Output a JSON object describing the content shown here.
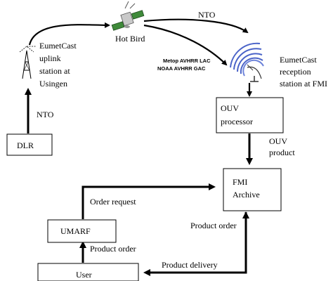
{
  "nodes": {
    "dlr": "DLR",
    "ouv_processor": [
      "OUV",
      "processor"
    ],
    "fmi_archive": [
      "FMI",
      "Archive"
    ],
    "umarf": "UMARF",
    "user": "User",
    "hot_bird": "Hot Bird",
    "uplink_station": [
      "EumetCast",
      "uplink",
      "station at",
      "Usingen"
    ],
    "reception_station": [
      "EumetCast",
      "reception",
      "station at FMI"
    ]
  },
  "edges": {
    "nto_left": "NTO",
    "nto_top": "NTO",
    "data_streams": [
      "Metop AVHRR LAC",
      "NOAA AVHRR GAC"
    ],
    "ouv_product": [
      "OUV",
      "product"
    ],
    "order_request": "Order request",
    "product_order_right": "Product order",
    "product_order_left": "Product order",
    "product_delivery": "Product delivery"
  },
  "icons": [
    "satellite-icon",
    "antenna-tower-icon",
    "satellite-dish-icon"
  ],
  "colors": {
    "dish_signal": "#4a63c8",
    "satellite_panel": "#3f8a3a"
  }
}
